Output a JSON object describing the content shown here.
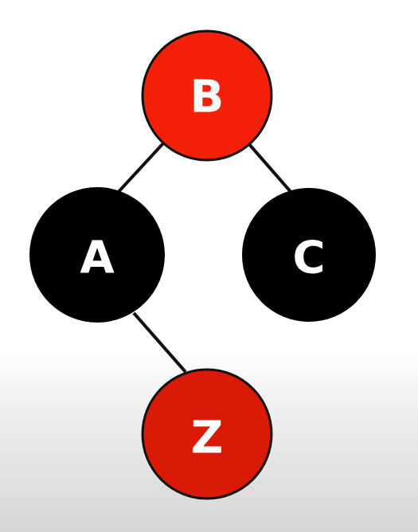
{
  "diagram": {
    "type": "binary-tree",
    "colors": {
      "red_node": "#f4200a",
      "red_node_dark": "#d81a06",
      "black_node": "#000000",
      "node_outline": "#111111",
      "edge": "#111111",
      "label": "#ffffff"
    },
    "nodes": [
      {
        "id": "B",
        "label": "B",
        "color": "red"
      },
      {
        "id": "A",
        "label": "A",
        "color": "black"
      },
      {
        "id": "C",
        "label": "C",
        "color": "black"
      },
      {
        "id": "Z",
        "label": "Z",
        "color": "red"
      }
    ],
    "edges": [
      {
        "from": "B",
        "to": "A"
      },
      {
        "from": "B",
        "to": "C"
      },
      {
        "from": "A",
        "to": "Z"
      }
    ]
  }
}
